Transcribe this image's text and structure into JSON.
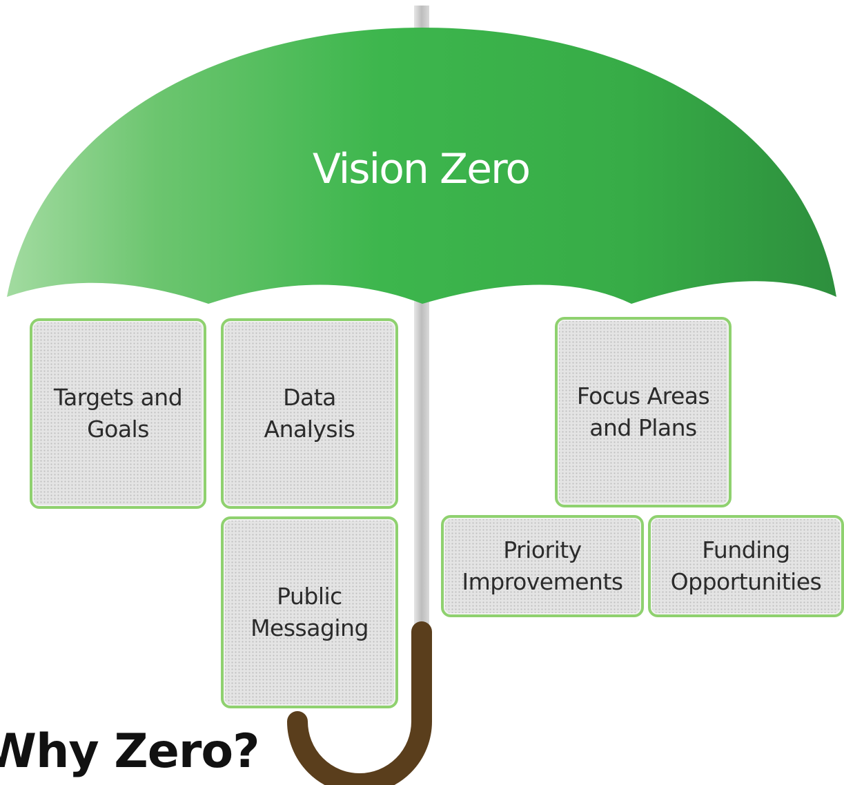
{
  "canopy": {
    "title": "Vision Zero"
  },
  "boxes": {
    "targets": "Targets and\nGoals",
    "data_analysis": "Data\nAnalysis",
    "public_messaging": "Public\nMessaging",
    "focus_areas": "Focus Areas\nand Plans",
    "priority": "Priority\nImprovements",
    "funding": "Funding\nOpportunities"
  },
  "footer": {
    "heading": "Why Zero?"
  },
  "colors": {
    "canopy_light": "#8ed28a",
    "canopy_mid": "#39b54a",
    "canopy_dark": "#2b8a3c",
    "shaft": "#cfcfcf",
    "handle": "#5a3e1c",
    "box_border": "#8fd16f",
    "box_fill": "#e4e4e4"
  }
}
